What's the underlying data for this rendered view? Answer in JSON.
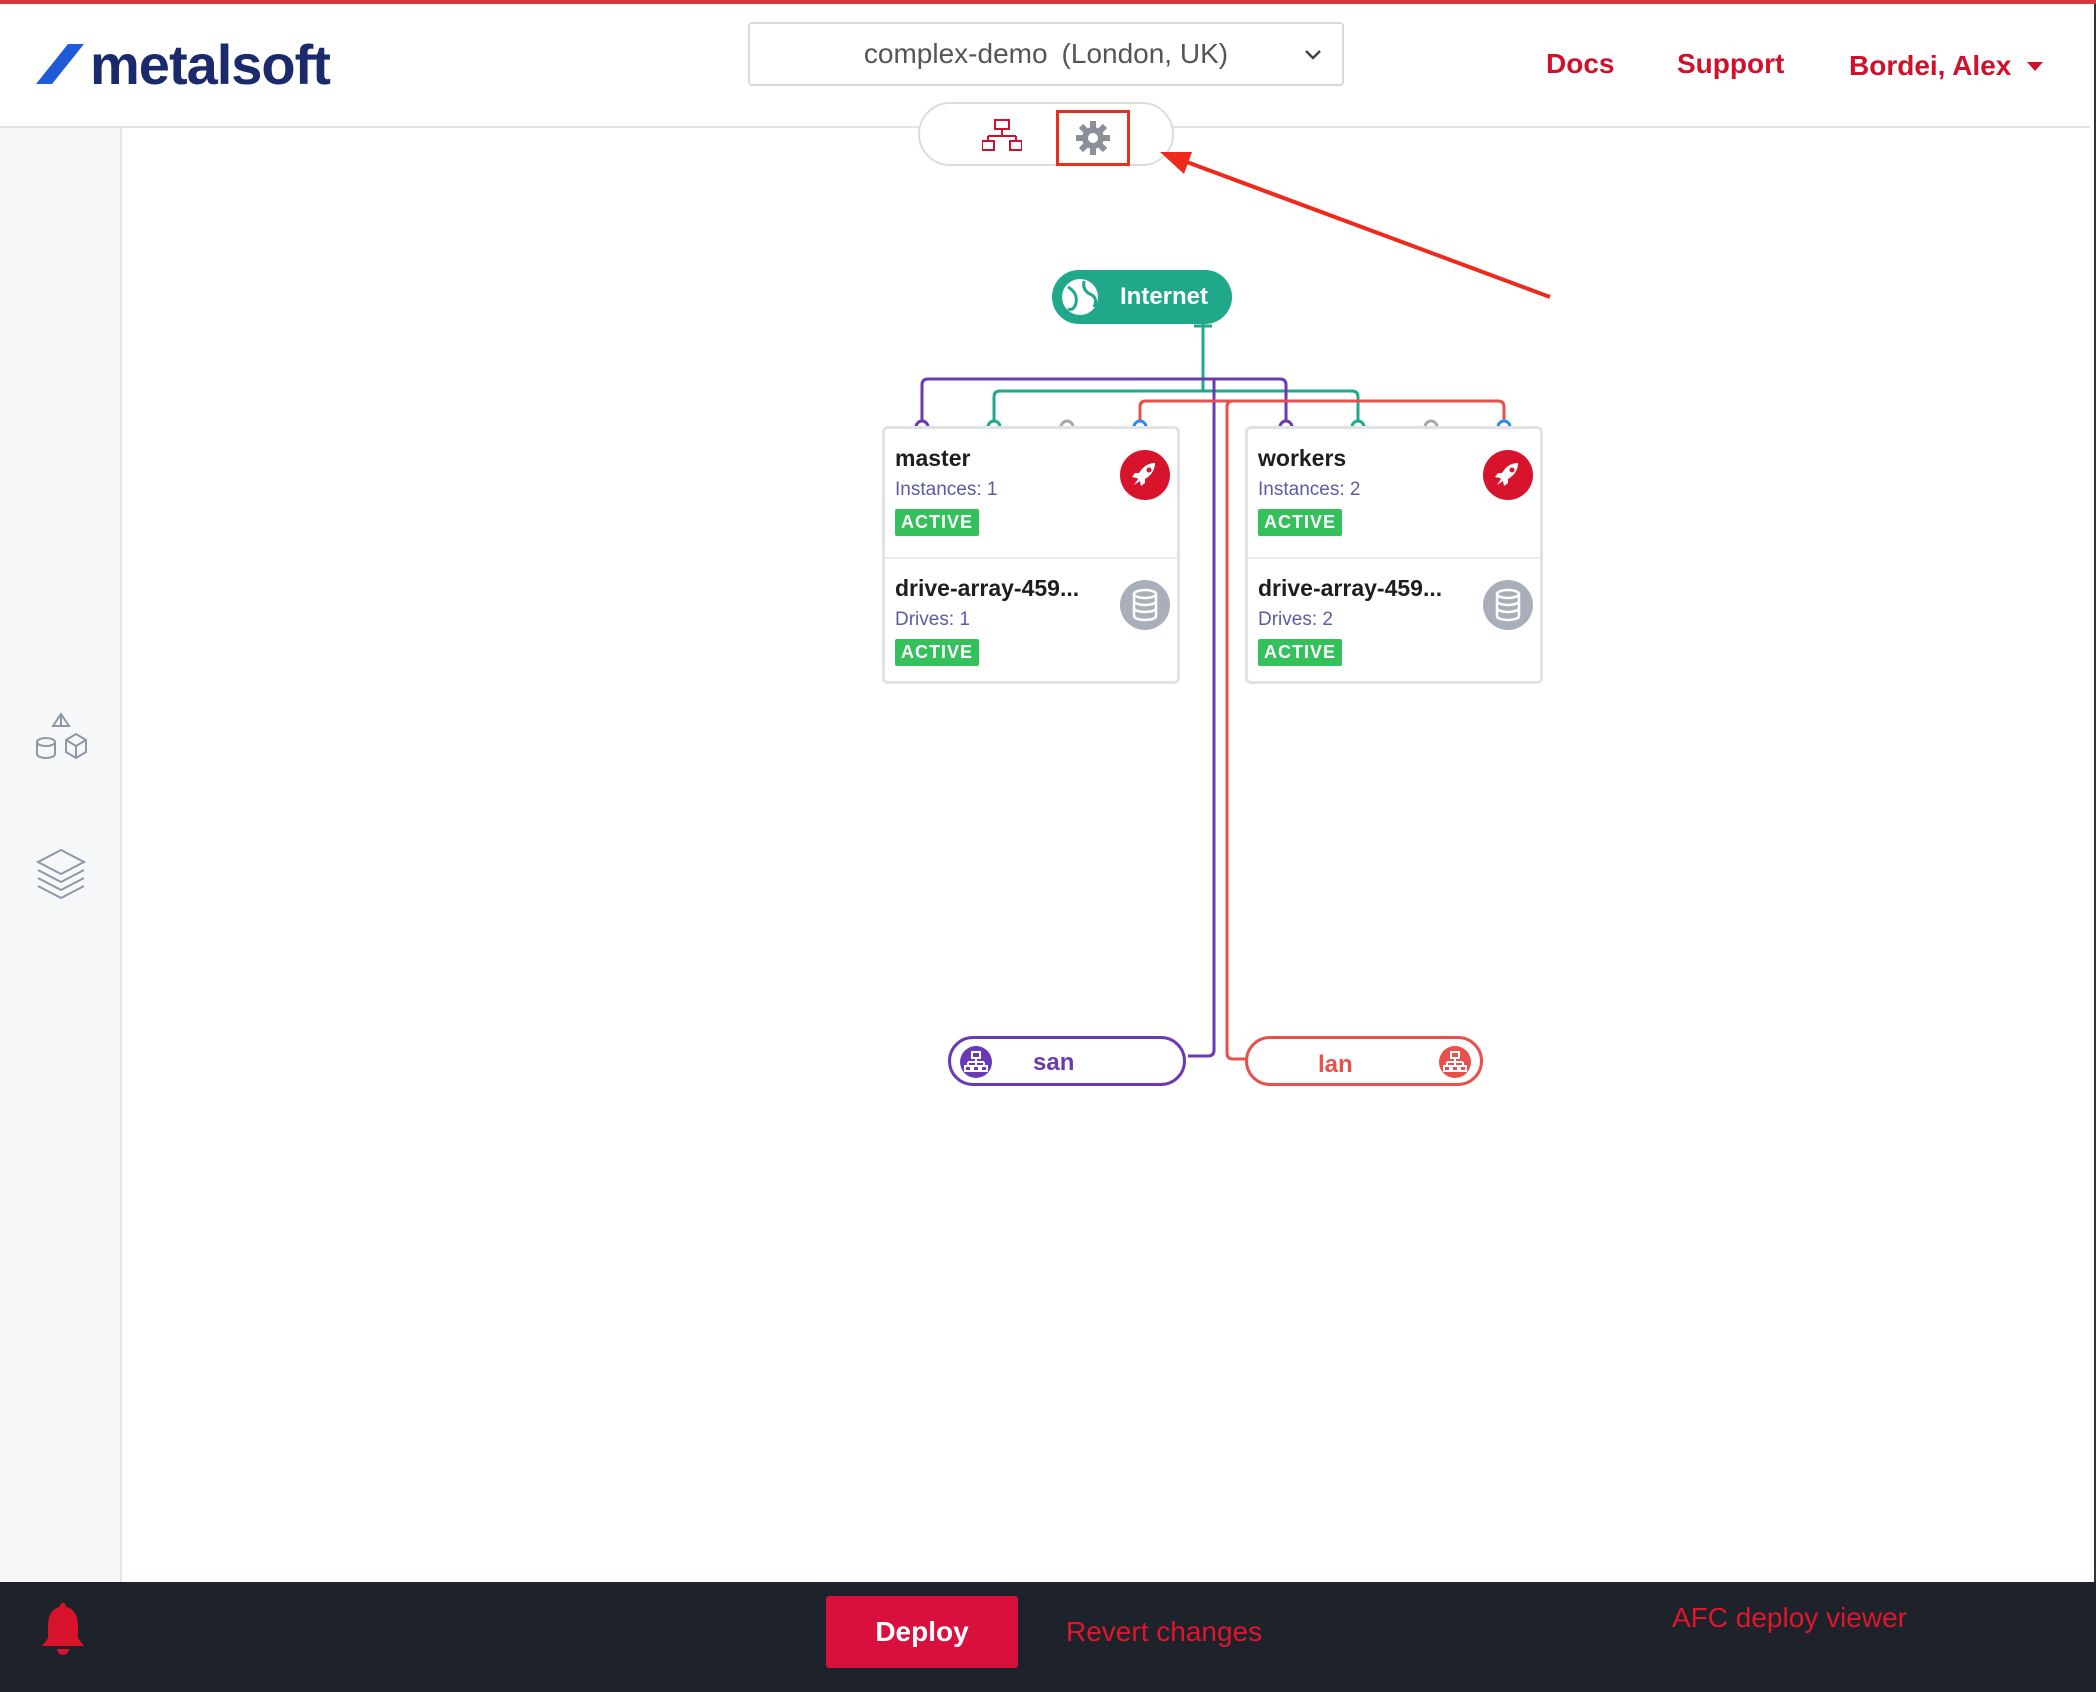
{
  "header": {
    "logo_text": "metalsoft",
    "environment": {
      "name": "complex-demo",
      "location": "(London, UK)"
    },
    "links": {
      "docs": "Docs",
      "support": "Support"
    },
    "user": "Bordei, Alex"
  },
  "view_toggle": {
    "active": "settings",
    "icons": [
      "topology-icon",
      "gear-icon"
    ]
  },
  "sidebar": {
    "icons": [
      "cubes-icon",
      "layers-icon"
    ]
  },
  "topology": {
    "internet": {
      "label": "Internet"
    },
    "instance_arrays": [
      {
        "name": "master",
        "instances_label": "Instances: 1",
        "status": "ACTIVE",
        "drive_array": {
          "name": "drive-array-459...",
          "drives_label": "Drives: 1",
          "status": "ACTIVE"
        }
      },
      {
        "name": "workers",
        "instances_label": "Instances: 2",
        "status": "ACTIVE",
        "drive_array": {
          "name": "drive-array-459...",
          "drives_label": "Drives: 2",
          "status": "ACTIVE"
        }
      }
    ],
    "networks": [
      {
        "name": "san",
        "color": "#6a3ab4"
      },
      {
        "name": "lan",
        "color": "#e9504b"
      }
    ],
    "colors": {
      "wan": "#1fa98a",
      "san": "#6a3ab4",
      "lan": "#e9504b",
      "accent": "#d0112b",
      "active": "#34c05a"
    }
  },
  "footer": {
    "deploy_label": "Deploy",
    "revert_label": "Revert changes",
    "afc_label": "AFC deploy viewer"
  }
}
